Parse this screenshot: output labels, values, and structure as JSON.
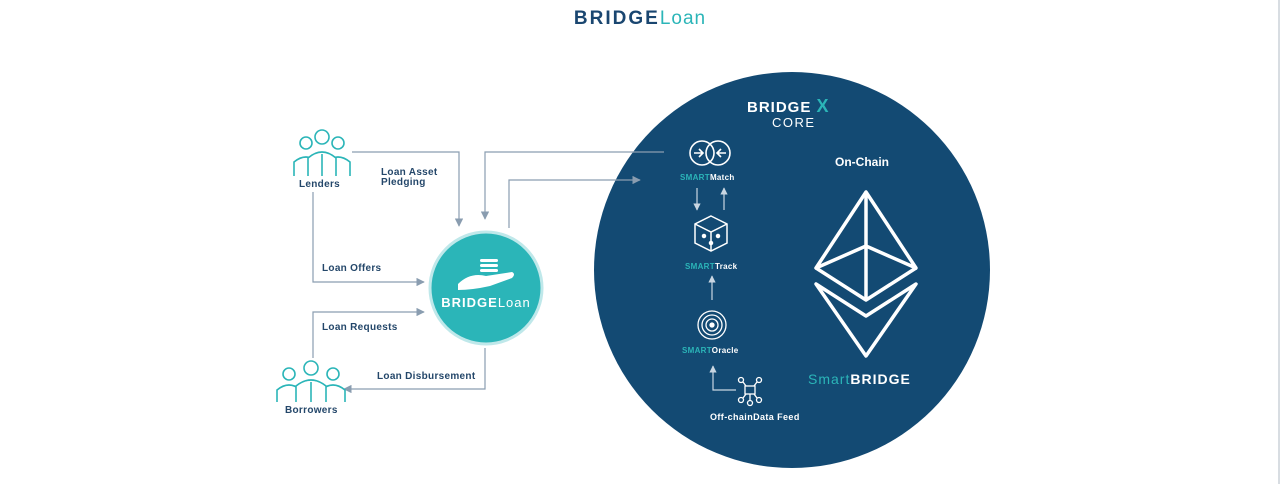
{
  "header": {
    "title_part1": "BRIDGE",
    "title_part2": "Loan"
  },
  "actors": {
    "lenders": "Lenders",
    "borrowers": "Borrowers"
  },
  "flows": {
    "loan_asset_pledging_line1": "Loan Asset",
    "loan_asset_pledging_line2": "Pledging",
    "loan_offers": "Loan Offers",
    "loan_requests": "Loan Requests",
    "loan_disbursement": "Loan Disbursement"
  },
  "hub": {
    "part1": "BRIDGE",
    "part2": "Loan"
  },
  "core": {
    "brand_part1": "BRIDGE",
    "brand_part2": "X",
    "subtitle": "CORE",
    "on_chain": "On-Chain",
    "smartmatch_prefix": "SMART",
    "smartmatch_suffix": "Match",
    "smarttrack_prefix": "SMART",
    "smarttrack_suffix": "Track",
    "smartoracle_prefix": "SMART",
    "smartoracle_suffix": "Oracle",
    "offchain": "Off-chainData Feed",
    "smartbridge_prefix": "Smart",
    "smartbridge_suffix": "BRIDGE"
  },
  "colors": {
    "navy": "#134a73",
    "teal": "#2bb5b8",
    "dark_text": "#24476a",
    "arrow": "#8a9db0"
  }
}
